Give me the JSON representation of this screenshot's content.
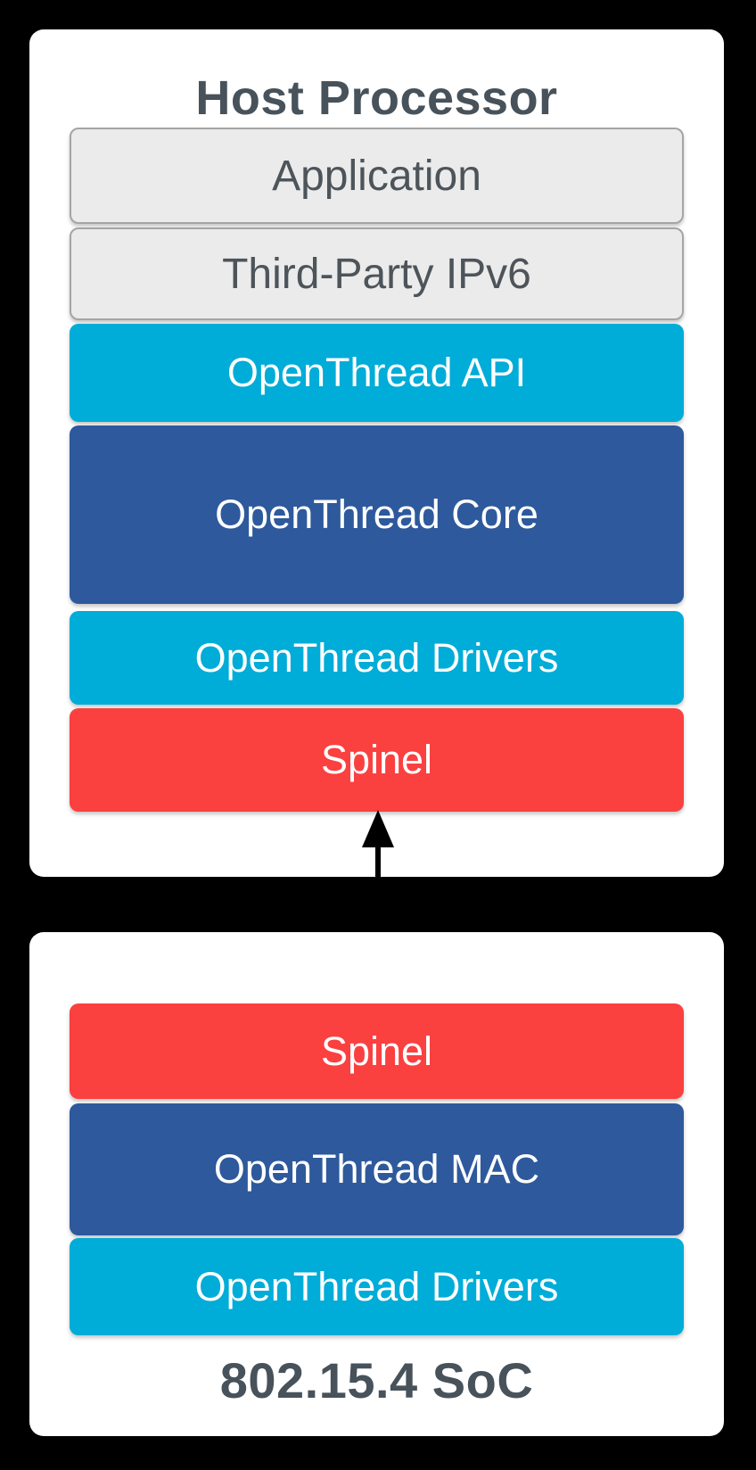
{
  "colors": {
    "background": "#000000",
    "card": "#ffffff",
    "gray_fill": "#ebebeb",
    "gray_border": "#a5a5a5",
    "cyan": "#00acd8",
    "blue": "#2e599c",
    "red": "#fb4040",
    "title_text": "#47525b",
    "gray_text": "#4d545a",
    "band_text": "#ffffff",
    "arrow": "#000000"
  },
  "host_processor": {
    "title": "Host Processor",
    "layers": [
      {
        "label": "Application"
      },
      {
        "label": "Third-Party IPv6"
      },
      {
        "label": "OpenThread API"
      },
      {
        "label": "OpenThread Core"
      },
      {
        "label": "OpenThread Drivers"
      },
      {
        "label": "Spinel"
      }
    ]
  },
  "soc": {
    "title": "802.15.4 SoC",
    "layers": [
      {
        "label": "Spinel"
      },
      {
        "label": "OpenThread MAC"
      },
      {
        "label": "OpenThread Drivers"
      }
    ]
  }
}
